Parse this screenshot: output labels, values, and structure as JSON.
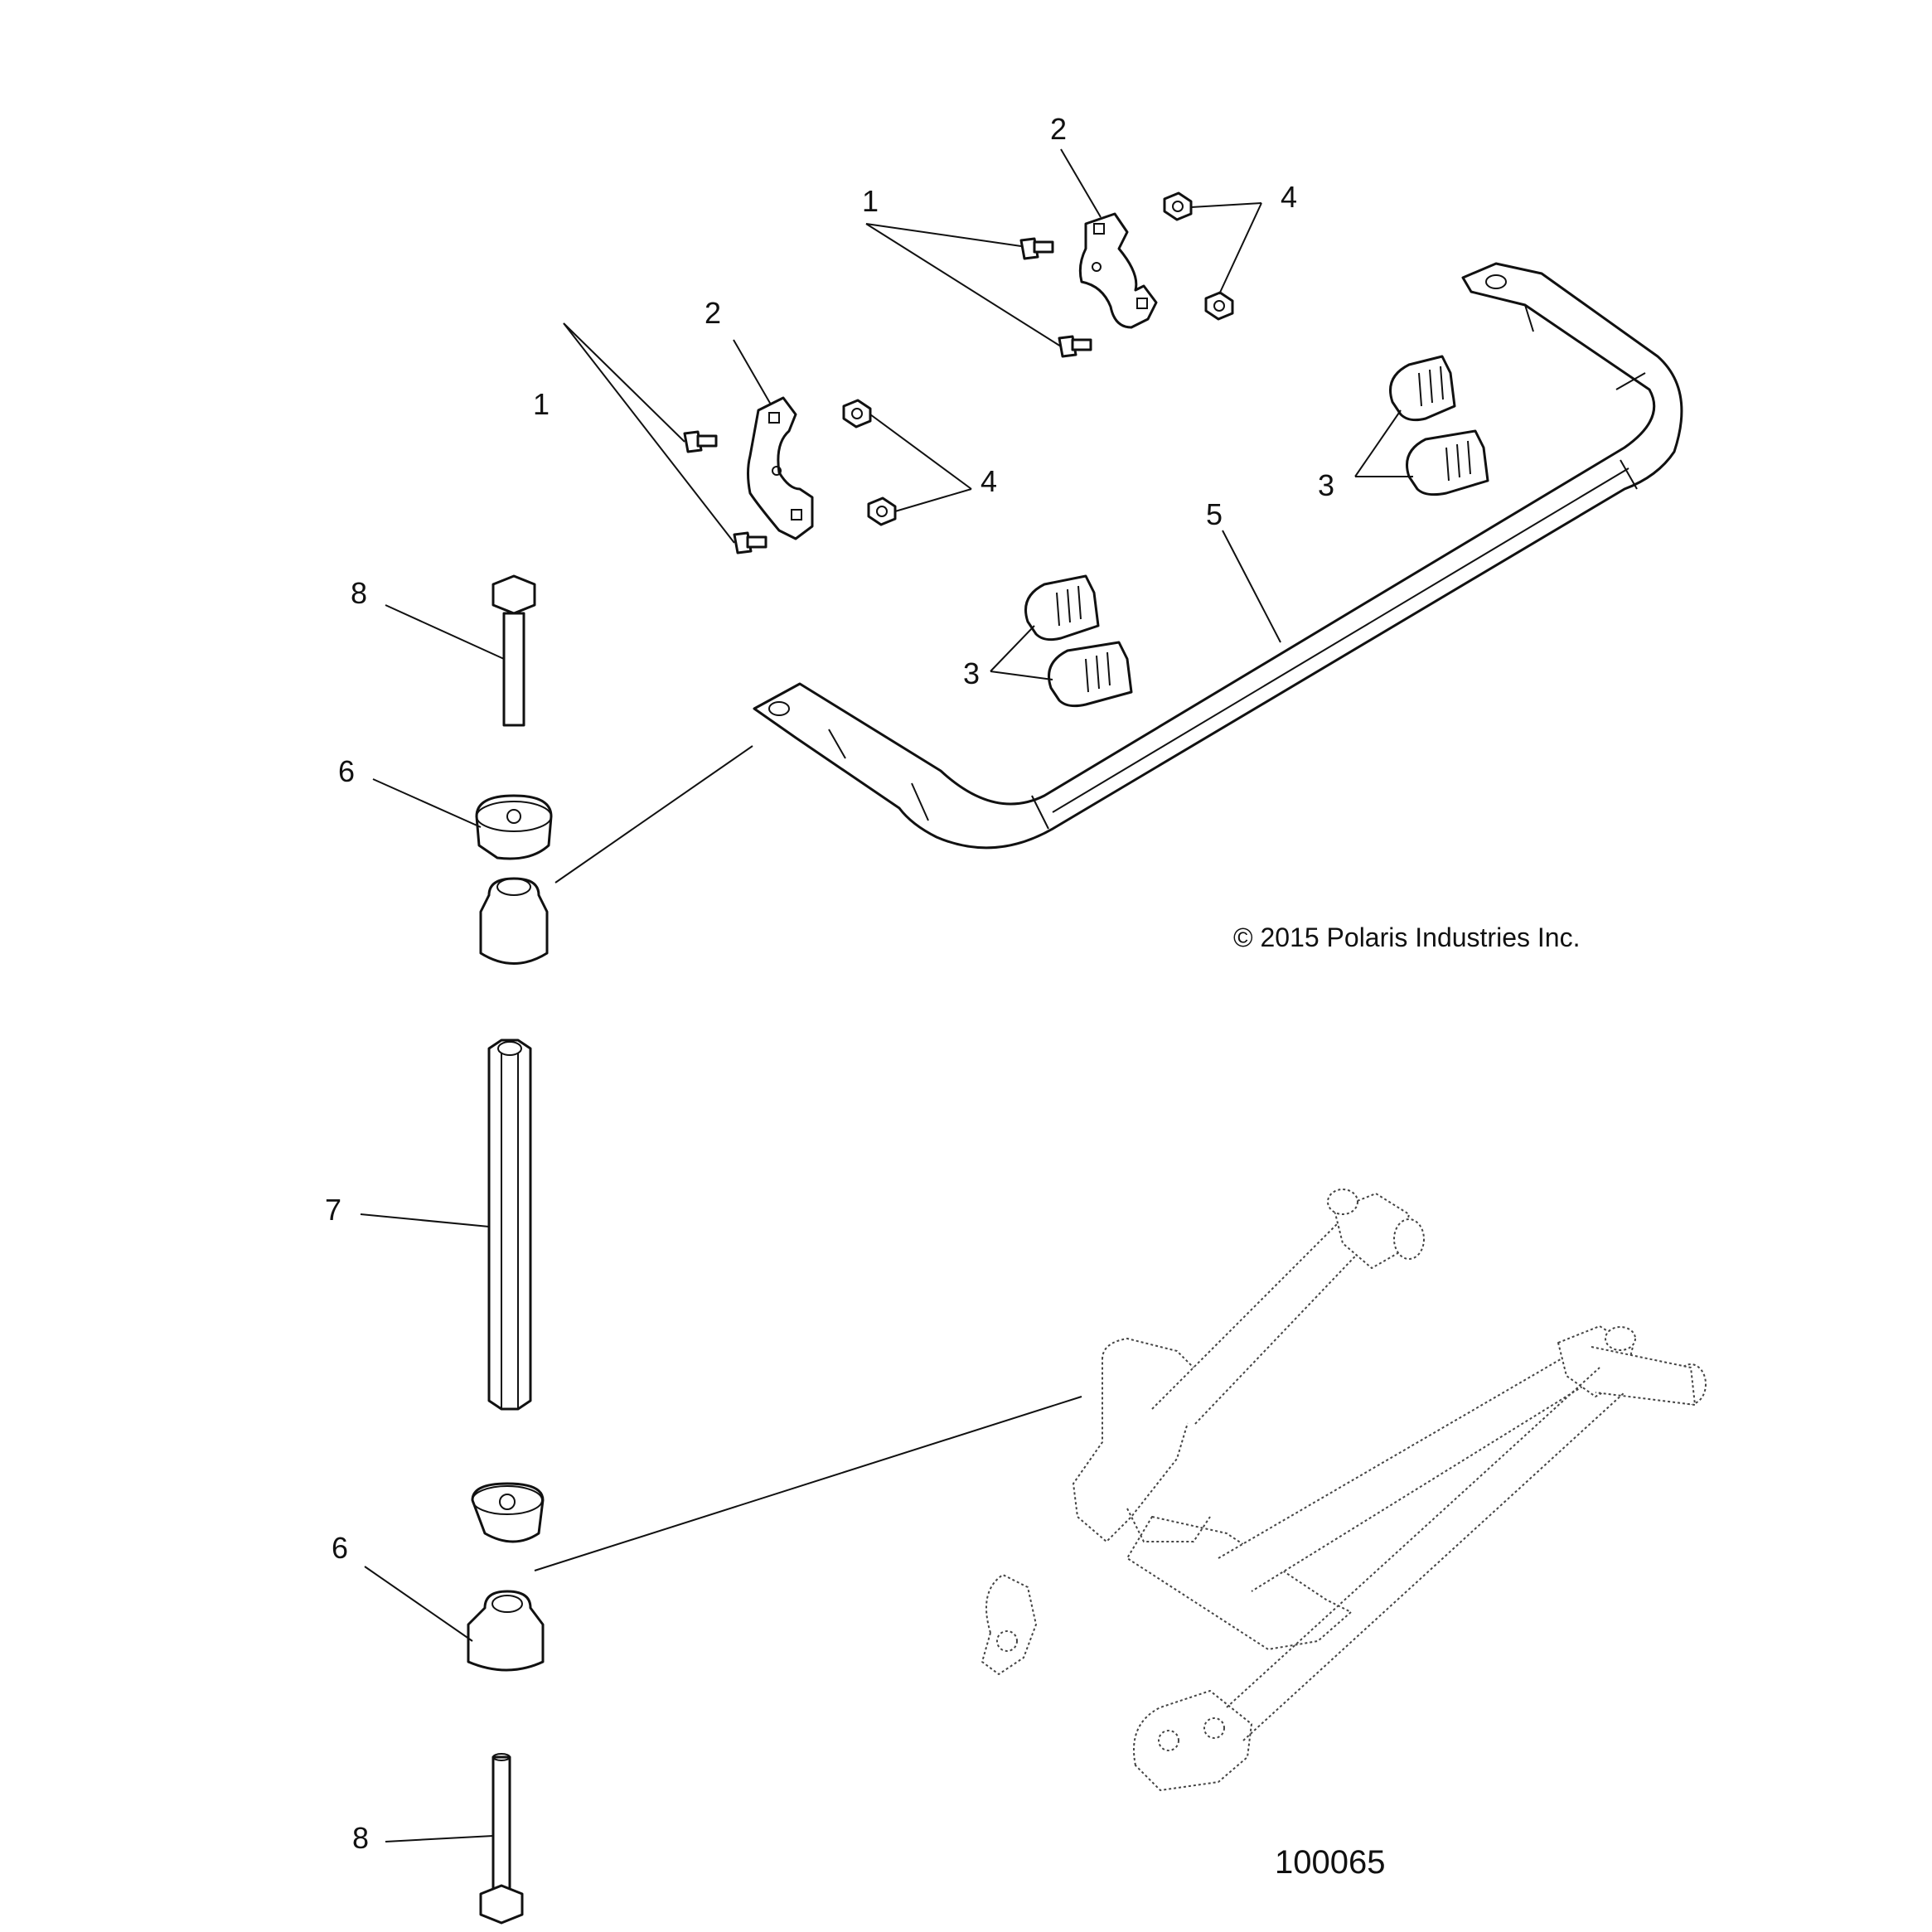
{
  "callouts": {
    "c1a": "1",
    "c1b": "1",
    "c2a": "2",
    "c2b": "2",
    "c3a": "3",
    "c3b": "3",
    "c4a": "4",
    "c4b": "4",
    "c5": "5",
    "c6a": "6",
    "c6b": "6",
    "c7": "7",
    "c8a": "8",
    "c8b": "8"
  },
  "copyright": "© 2015 Polaris Industries Inc.",
  "figure_number": "100065"
}
